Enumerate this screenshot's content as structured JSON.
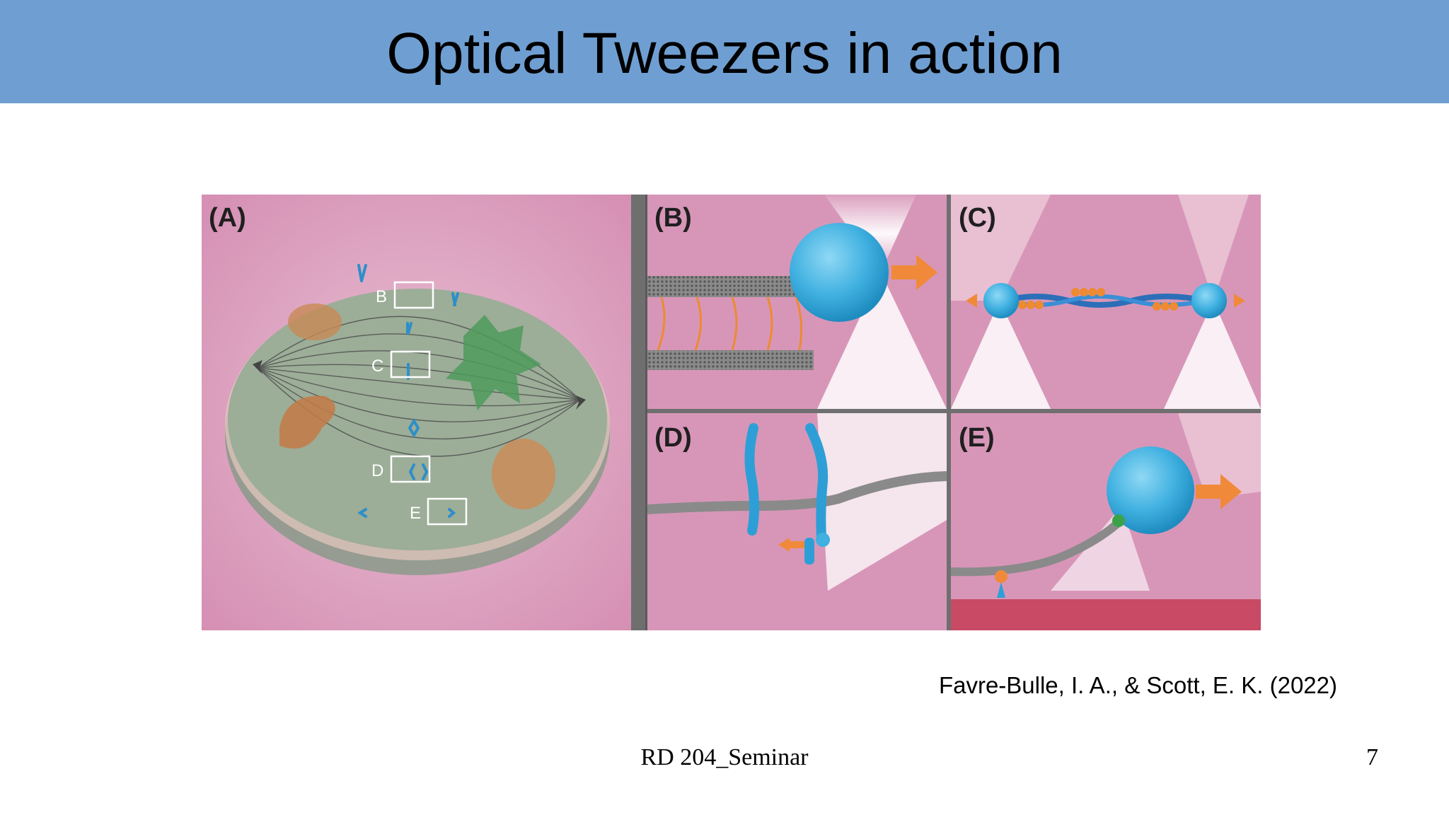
{
  "slide": {
    "title": "Optical Tweezers in action",
    "citation": "Favre-Bulle, I. A., & Scott, E. K. (2022)",
    "footer": "RD 204_Seminar",
    "page_number": "7"
  },
  "figure": {
    "panel_labels": [
      "(A)",
      "(B)",
      "(C)",
      "(D)",
      "(E)"
    ],
    "cell_box_labels": [
      "B",
      "C",
      "D",
      "E"
    ],
    "colors": {
      "background": "#d9a7c0",
      "bead": "#3fb0e0",
      "arrow": "#f08a3a",
      "microtubule": "#7a7a7a",
      "divider": "#777777"
    }
  }
}
